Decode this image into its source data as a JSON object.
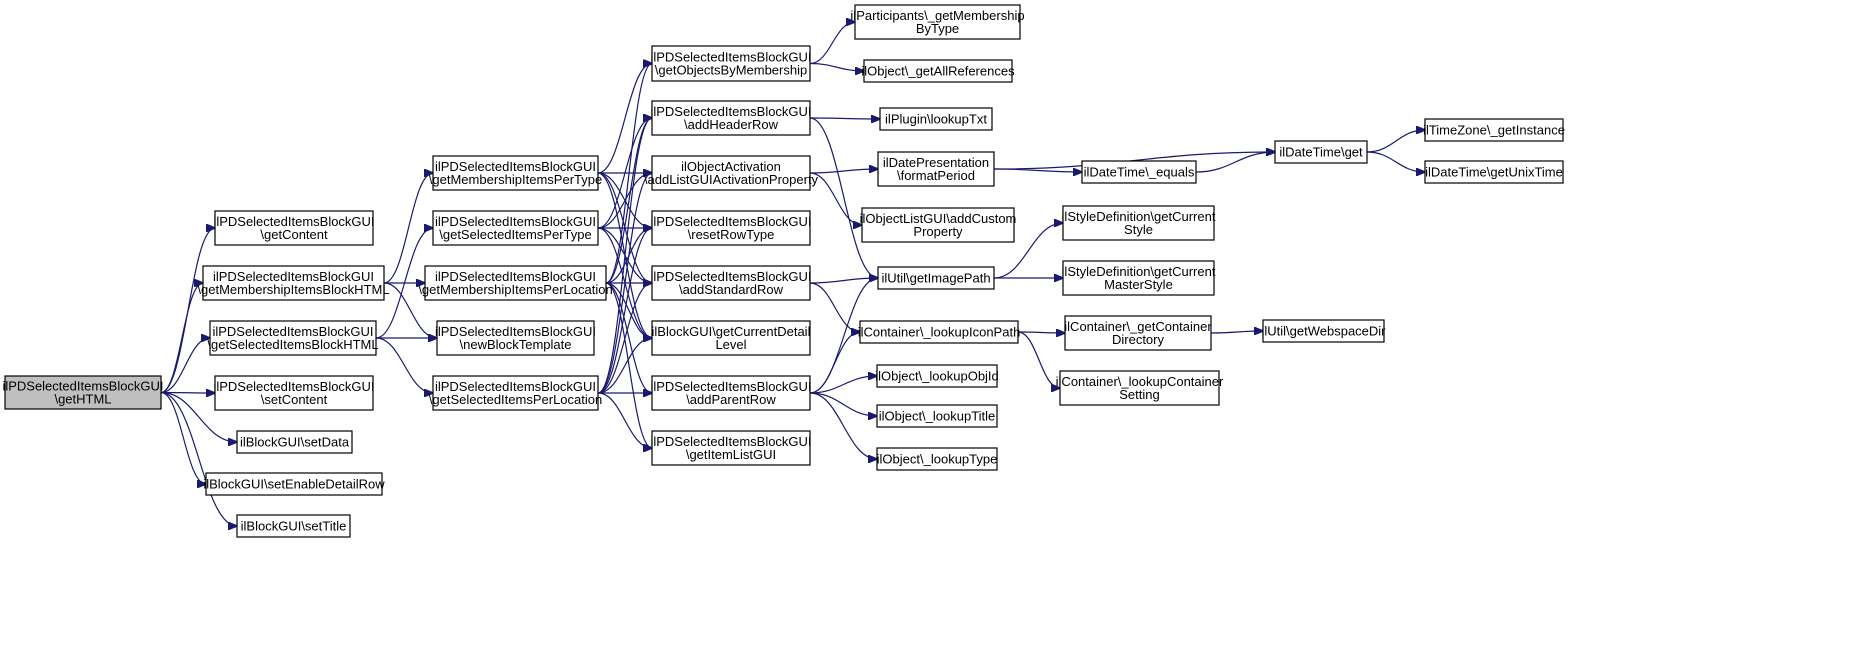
{
  "diagram": {
    "type": "call-graph",
    "colors": {
      "edge": "#191970",
      "root_fill": "#bfbfbf",
      "node_fill": "#ffffff",
      "border": "#000000"
    },
    "nodes": [
      {
        "id": "n0",
        "lines": [
          "ilPDSelectedItemsBlockGUI",
          "\\getHTML"
        ],
        "root": true
      },
      {
        "id": "n1",
        "lines": [
          "ilPDSelectedItemsBlockGUI",
          "\\getContent"
        ]
      },
      {
        "id": "n2",
        "lines": [
          "ilPDSelectedItemsBlockGUI",
          "\\getMembershipItemsBlockHTML"
        ]
      },
      {
        "id": "n3",
        "lines": [
          "ilPDSelectedItemsBlockGUI",
          "\\getSelectedItemsBlockHTML"
        ]
      },
      {
        "id": "n4",
        "lines": [
          "ilPDSelectedItemsBlockGUI",
          "\\setContent"
        ]
      },
      {
        "id": "n5",
        "lines": [
          "ilBlockGUI\\setData"
        ]
      },
      {
        "id": "n6",
        "lines": [
          "ilBlockGUI\\setEnableDetailRow"
        ]
      },
      {
        "id": "n7",
        "lines": [
          "ilBlockGUI\\setTitle"
        ]
      },
      {
        "id": "n8",
        "lines": [
          "ilPDSelectedItemsBlockGUI",
          "\\getMembershipItemsPerType"
        ]
      },
      {
        "id": "n9",
        "lines": [
          "ilPDSelectedItemsBlockGUI",
          "\\getSelectedItemsPerType"
        ]
      },
      {
        "id": "n10",
        "lines": [
          "ilPDSelectedItemsBlockGUI",
          "\\getMembershipItemsPerLocation"
        ]
      },
      {
        "id": "n11",
        "lines": [
          "ilPDSelectedItemsBlockGUI",
          "\\newBlockTemplate"
        ]
      },
      {
        "id": "n12",
        "lines": [
          "ilPDSelectedItemsBlockGUI",
          "\\getSelectedItemsPerLocation"
        ]
      },
      {
        "id": "n13",
        "lines": [
          "ilPDSelectedItemsBlockGUI",
          "\\getObjectsByMembership"
        ]
      },
      {
        "id": "n14",
        "lines": [
          "ilPDSelectedItemsBlockGUI",
          "\\addHeaderRow"
        ]
      },
      {
        "id": "n15",
        "lines": [
          "ilObjectActivation",
          "\\addListGUIActivationProperty"
        ]
      },
      {
        "id": "n16",
        "lines": [
          "ilPDSelectedItemsBlockGUI",
          "\\resetRowType"
        ]
      },
      {
        "id": "n17",
        "lines": [
          "ilPDSelectedItemsBlockGUI",
          "\\addStandardRow"
        ]
      },
      {
        "id": "n18",
        "lines": [
          "ilBlockGUI\\getCurrentDetail",
          "Level"
        ]
      },
      {
        "id": "n19",
        "lines": [
          "ilPDSelectedItemsBlockGUI",
          "\\addParentRow"
        ]
      },
      {
        "id": "n20",
        "lines": [
          "ilPDSelectedItemsBlockGUI",
          "\\getItemListGUI"
        ]
      },
      {
        "id": "n21",
        "lines": [
          "ilParticipants\\_getMembership",
          "ByType"
        ]
      },
      {
        "id": "n22",
        "lines": [
          "ilObject\\_getAllReferences"
        ]
      },
      {
        "id": "n23",
        "lines": [
          "ilPlugin\\lookupTxt"
        ]
      },
      {
        "id": "n24",
        "lines": [
          "ilDatePresentation",
          "\\formatPeriod"
        ]
      },
      {
        "id": "n25",
        "lines": [
          "ilObjectListGUI\\addCustom",
          "Property"
        ]
      },
      {
        "id": "n26",
        "lines": [
          "ilUtil\\getImagePath"
        ]
      },
      {
        "id": "n27",
        "lines": [
          "ilContainer\\_lookupIconPath"
        ]
      },
      {
        "id": "n28",
        "lines": [
          "ilObject\\_lookupObjId"
        ]
      },
      {
        "id": "n29",
        "lines": [
          "ilObject\\_lookupTitle"
        ]
      },
      {
        "id": "n30",
        "lines": [
          "ilObject\\_lookupType"
        ]
      },
      {
        "id": "n31",
        "lines": [
          "ilDateTime\\_equals"
        ]
      },
      {
        "id": "n32",
        "lines": [
          "ilDateTime\\get"
        ]
      },
      {
        "id": "n33",
        "lines": [
          "ilStyleDefinition\\getCurrent",
          "Style"
        ]
      },
      {
        "id": "n34",
        "lines": [
          "ilStyleDefinition\\getCurrent",
          "MasterStyle"
        ]
      },
      {
        "id": "n35",
        "lines": [
          "ilContainer\\_getContainer",
          "Directory"
        ]
      },
      {
        "id": "n36",
        "lines": [
          "ilContainer\\_lookupContainer",
          "Setting"
        ]
      },
      {
        "id": "n37",
        "lines": [
          "ilTimeZone\\_getInstance"
        ]
      },
      {
        "id": "n38",
        "lines": [
          "ilDateTime\\getUnixTime"
        ]
      },
      {
        "id": "n39",
        "lines": [
          "ilUtil\\getWebspaceDir"
        ]
      }
    ],
    "edges": [
      [
        "n0",
        "n1"
      ],
      [
        "n0",
        "n2"
      ],
      [
        "n0",
        "n3"
      ],
      [
        "n0",
        "n4"
      ],
      [
        "n0",
        "n5"
      ],
      [
        "n0",
        "n6"
      ],
      [
        "n0",
        "n7"
      ],
      [
        "n2",
        "n8"
      ],
      [
        "n2",
        "n10"
      ],
      [
        "n2",
        "n11"
      ],
      [
        "n3",
        "n9"
      ],
      [
        "n3",
        "n11"
      ],
      [
        "n3",
        "n12"
      ],
      [
        "n8",
        "n13"
      ],
      [
        "n8",
        "n15"
      ],
      [
        "n8",
        "n16"
      ],
      [
        "n8",
        "n17"
      ],
      [
        "n8",
        "n18"
      ],
      [
        "n9",
        "n14"
      ],
      [
        "n9",
        "n15"
      ],
      [
        "n9",
        "n16"
      ],
      [
        "n9",
        "n17"
      ],
      [
        "n9",
        "n18"
      ],
      [
        "n10",
        "n13"
      ],
      [
        "n10",
        "n14"
      ],
      [
        "n10",
        "n16"
      ],
      [
        "n10",
        "n17"
      ],
      [
        "n10",
        "n18"
      ],
      [
        "n10",
        "n19"
      ],
      [
        "n10",
        "n20"
      ],
      [
        "n12",
        "n14"
      ],
      [
        "n12",
        "n15"
      ],
      [
        "n12",
        "n16"
      ],
      [
        "n12",
        "n17"
      ],
      [
        "n12",
        "n18"
      ],
      [
        "n12",
        "n19"
      ],
      [
        "n12",
        "n20"
      ],
      [
        "n13",
        "n21"
      ],
      [
        "n13",
        "n22"
      ],
      [
        "n14",
        "n23"
      ],
      [
        "n14",
        "n26"
      ],
      [
        "n15",
        "n24"
      ],
      [
        "n15",
        "n25"
      ],
      [
        "n17",
        "n26"
      ],
      [
        "n17",
        "n27"
      ],
      [
        "n19",
        "n26"
      ],
      [
        "n19",
        "n27"
      ],
      [
        "n19",
        "n28"
      ],
      [
        "n19",
        "n29"
      ],
      [
        "n19",
        "n30"
      ],
      [
        "n24",
        "n31"
      ],
      [
        "n24",
        "n32"
      ],
      [
        "n31",
        "n32"
      ],
      [
        "n32",
        "n37"
      ],
      [
        "n32",
        "n38"
      ],
      [
        "n26",
        "n33"
      ],
      [
        "n26",
        "n34"
      ],
      [
        "n27",
        "n35"
      ],
      [
        "n27",
        "n36"
      ],
      [
        "n35",
        "n39"
      ]
    ]
  }
}
